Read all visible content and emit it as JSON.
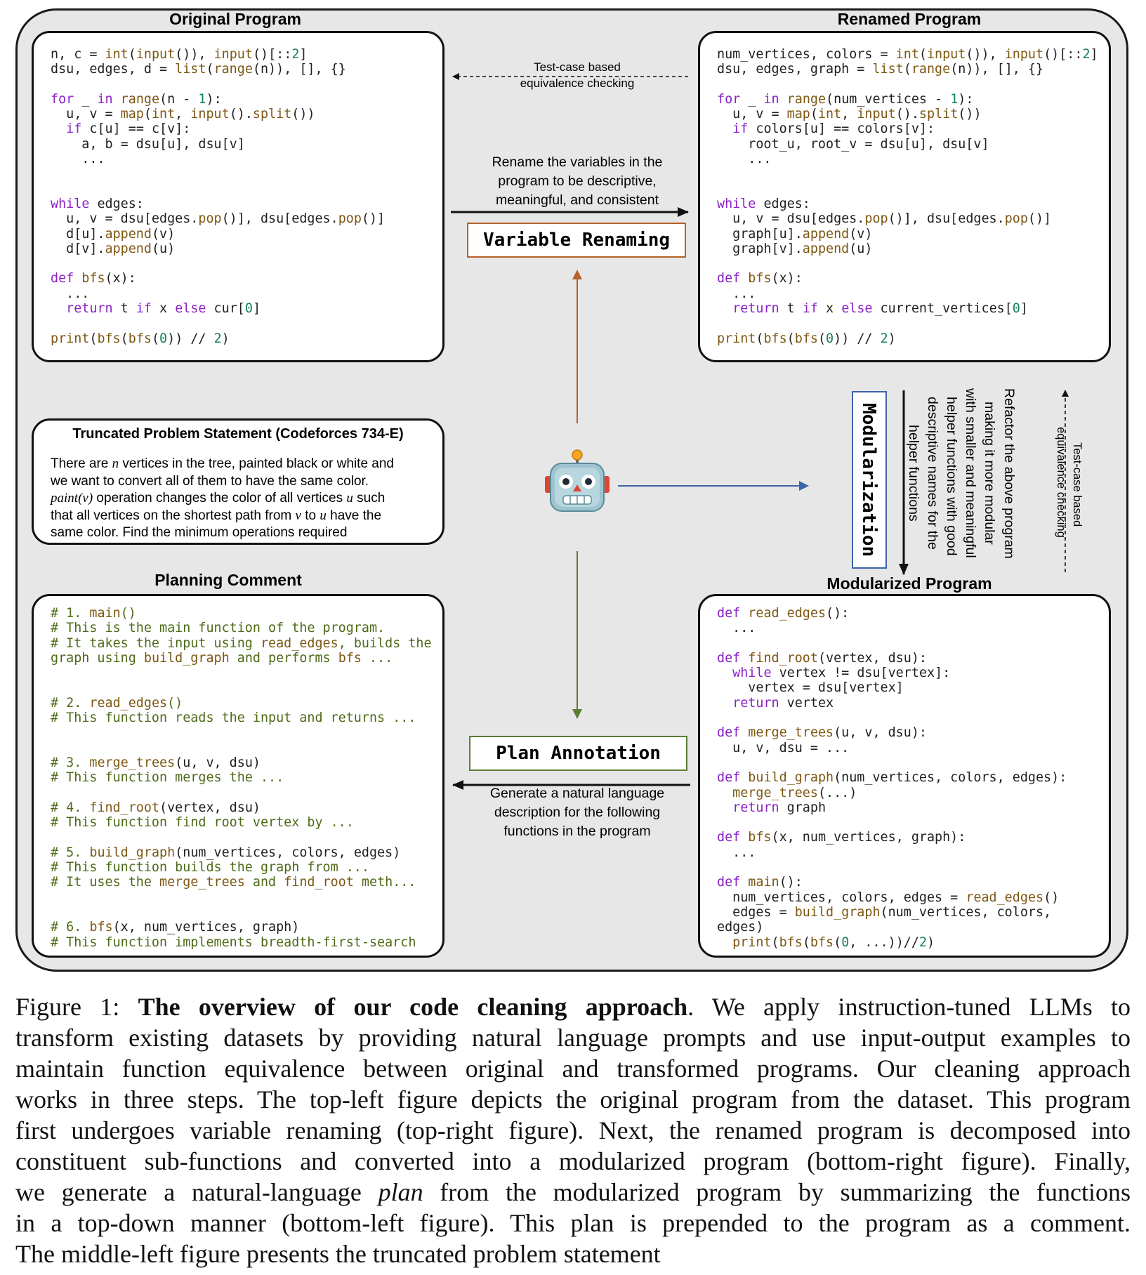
{
  "titles": {
    "original": "Original Program",
    "renamed": "Renamed Program",
    "planning": "Planning Comment",
    "modularized": "Modularized Program",
    "statement": "Truncated Problem Statement (Codeforces 734-E)"
  },
  "original_code": [
    [
      [
        "n, c = ",
        "op"
      ],
      [
        "int",
        "fn"
      ],
      [
        "(",
        "op"
      ],
      [
        "input",
        "fn"
      ],
      [
        "()), ",
        "op"
      ],
      [
        "input",
        "fn"
      ],
      [
        "()[::",
        "op"
      ],
      [
        "2",
        "num"
      ],
      [
        "]",
        "op"
      ]
    ],
    [
      [
        "dsu, edges, d = ",
        "op"
      ],
      [
        "list",
        "fn"
      ],
      [
        "(",
        "op"
      ],
      [
        "range",
        "fn"
      ],
      [
        "(n)), [], {}",
        "op"
      ]
    ],
    [],
    [
      [
        "for",
        "kw"
      ],
      [
        " _ ",
        "op"
      ],
      [
        "in",
        "kw"
      ],
      [
        " ",
        "op"
      ],
      [
        "range",
        "fn"
      ],
      [
        "(n - ",
        "op"
      ],
      [
        "1",
        "num"
      ],
      [
        "):",
        "op"
      ]
    ],
    [
      [
        "  u, v = ",
        "op"
      ],
      [
        "map",
        "fn"
      ],
      [
        "(",
        "op"
      ],
      [
        "int",
        "fn"
      ],
      [
        ", ",
        "op"
      ],
      [
        "input",
        "fn"
      ],
      [
        "().",
        "op"
      ],
      [
        "split",
        "fn"
      ],
      [
        "())",
        "op"
      ]
    ],
    [
      [
        "  ",
        "op"
      ],
      [
        "if",
        "kw"
      ],
      [
        " c[u] == c[v]:",
        "op"
      ]
    ],
    [
      [
        "    a, b = dsu[u], dsu[v]",
        "op"
      ]
    ],
    [
      [
        "    ...",
        "op"
      ]
    ],
    [],
    [],
    [
      [
        "while",
        "kw"
      ],
      [
        " edges:",
        "op"
      ]
    ],
    [
      [
        "  u, v = dsu[edges.",
        "op"
      ],
      [
        "pop",
        "fn"
      ],
      [
        "()], dsu[edges.",
        "op"
      ],
      [
        "pop",
        "fn"
      ],
      [
        "()]",
        "op"
      ]
    ],
    [
      [
        "  d[u].",
        "op"
      ],
      [
        "append",
        "fn"
      ],
      [
        "(v)",
        "op"
      ]
    ],
    [
      [
        "  d[v].",
        "op"
      ],
      [
        "append",
        "fn"
      ],
      [
        "(u)",
        "op"
      ]
    ],
    [],
    [
      [
        "def",
        "kw"
      ],
      [
        " ",
        "op"
      ],
      [
        "bfs",
        "fn"
      ],
      [
        "(x):",
        "op"
      ]
    ],
    [
      [
        "  ...",
        "op"
      ]
    ],
    [
      [
        "  ",
        "op"
      ],
      [
        "return",
        "kw"
      ],
      [
        " t ",
        "op"
      ],
      [
        "if",
        "kw"
      ],
      [
        " x ",
        "op"
      ],
      [
        "else",
        "kw"
      ],
      [
        " cur[",
        "op"
      ],
      [
        "0",
        "num"
      ],
      [
        "]",
        "op"
      ]
    ],
    [],
    [
      [
        "print",
        "fn"
      ],
      [
        "(",
        "op"
      ],
      [
        "bfs",
        "fn"
      ],
      [
        "(",
        "op"
      ],
      [
        "bfs",
        "fn"
      ],
      [
        "(",
        "op"
      ],
      [
        "0",
        "num"
      ],
      [
        ")) // ",
        "op"
      ],
      [
        "2",
        "num"
      ],
      [
        ")",
        "op"
      ]
    ]
  ],
  "renamed_code": [
    [
      [
        "num_vertices, colors = ",
        "op"
      ],
      [
        "int",
        "fn"
      ],
      [
        "(",
        "op"
      ],
      [
        "input",
        "fn"
      ],
      [
        "()), ",
        "op"
      ],
      [
        "input",
        "fn"
      ],
      [
        "()[::",
        "op"
      ],
      [
        "2",
        "num"
      ],
      [
        "]",
        "op"
      ]
    ],
    [
      [
        "dsu, edges, graph = ",
        "op"
      ],
      [
        "list",
        "fn"
      ],
      [
        "(",
        "op"
      ],
      [
        "range",
        "fn"
      ],
      [
        "(n)), [], {}",
        "op"
      ]
    ],
    [],
    [
      [
        "for",
        "kw"
      ],
      [
        " _ ",
        "op"
      ],
      [
        "in",
        "kw"
      ],
      [
        " ",
        "op"
      ],
      [
        "range",
        "fn"
      ],
      [
        "(num_vertices - ",
        "op"
      ],
      [
        "1",
        "num"
      ],
      [
        "):",
        "op"
      ]
    ],
    [
      [
        "  u, v = ",
        "op"
      ],
      [
        "map",
        "fn"
      ],
      [
        "(",
        "op"
      ],
      [
        "int",
        "fn"
      ],
      [
        ", ",
        "op"
      ],
      [
        "input",
        "fn"
      ],
      [
        "().",
        "op"
      ],
      [
        "split",
        "fn"
      ],
      [
        "())",
        "op"
      ]
    ],
    [
      [
        "  ",
        "op"
      ],
      [
        "if",
        "kw"
      ],
      [
        " colors[u] == colors[v]:",
        "op"
      ]
    ],
    [
      [
        "    root_u, root_v = dsu[u], dsu[v]",
        "op"
      ]
    ],
    [
      [
        "    ...",
        "op"
      ]
    ],
    [],
    [],
    [
      [
        "while",
        "kw"
      ],
      [
        " edges:",
        "op"
      ]
    ],
    [
      [
        "  u, v = dsu[edges.",
        "op"
      ],
      [
        "pop",
        "fn"
      ],
      [
        "()], dsu[edges.",
        "op"
      ],
      [
        "pop",
        "fn"
      ],
      [
        "()]",
        "op"
      ]
    ],
    [
      [
        "  graph[u].",
        "op"
      ],
      [
        "append",
        "fn"
      ],
      [
        "(v)",
        "op"
      ]
    ],
    [
      [
        "  graph[v].",
        "op"
      ],
      [
        "append",
        "fn"
      ],
      [
        "(u)",
        "op"
      ]
    ],
    [],
    [
      [
        "def",
        "kw"
      ],
      [
        " ",
        "op"
      ],
      [
        "bfs",
        "fn"
      ],
      [
        "(x):",
        "op"
      ]
    ],
    [
      [
        "  ...",
        "op"
      ]
    ],
    [
      [
        "  ",
        "op"
      ],
      [
        "return",
        "kw"
      ],
      [
        " t ",
        "op"
      ],
      [
        "if",
        "kw"
      ],
      [
        " x ",
        "op"
      ],
      [
        "else",
        "kw"
      ],
      [
        " current_vertices[",
        "op"
      ],
      [
        "0",
        "num"
      ],
      [
        "]",
        "op"
      ]
    ],
    [],
    [
      [
        "print",
        "fn"
      ],
      [
        "(",
        "op"
      ],
      [
        "bfs",
        "fn"
      ],
      [
        "(",
        "op"
      ],
      [
        "bfs",
        "fn"
      ],
      [
        "(",
        "op"
      ],
      [
        "0",
        "num"
      ],
      [
        ")) // ",
        "op"
      ],
      [
        "2",
        "num"
      ],
      [
        ")",
        "op"
      ]
    ]
  ],
  "planning_code": [
    [
      [
        "# 1. ",
        "com"
      ],
      [
        "main",
        "fn"
      ],
      [
        "()",
        "com"
      ]
    ],
    [
      [
        "# This is the main function of the program.",
        "com"
      ]
    ],
    [
      [
        "# It takes the input using ",
        "com"
      ],
      [
        "read_edges",
        "fn"
      ],
      [
        ", builds the",
        "com"
      ]
    ],
    [
      [
        "graph using ",
        "com"
      ],
      [
        "build_graph",
        "fn"
      ],
      [
        " and performs ",
        "com"
      ],
      [
        "bfs",
        "fn"
      ],
      [
        " ...",
        "com"
      ]
    ],
    [],
    [],
    [
      [
        "# 2. ",
        "com"
      ],
      [
        "read_edges",
        "fn"
      ],
      [
        "()",
        "com"
      ]
    ],
    [
      [
        "# This function reads the input and returns ...",
        "com"
      ]
    ],
    [],
    [],
    [
      [
        "# 3. ",
        "com"
      ],
      [
        "merge_trees",
        "fn"
      ],
      [
        "(u, v, dsu)",
        "op"
      ]
    ],
    [
      [
        "# This function merges the ...",
        "com"
      ]
    ],
    [],
    [
      [
        "# 4. ",
        "com"
      ],
      [
        "find_root",
        "fn"
      ],
      [
        "(vertex, dsu)",
        "op"
      ]
    ],
    [
      [
        "# This function find root vertex by ...",
        "com"
      ]
    ],
    [],
    [
      [
        "# 5. ",
        "com"
      ],
      [
        "build_graph",
        "fn"
      ],
      [
        "(num_vertices, colors, edges)",
        "op"
      ]
    ],
    [
      [
        "# This function builds the graph from ...",
        "com"
      ]
    ],
    [
      [
        "# It uses the ",
        "com"
      ],
      [
        "merge_trees",
        "fn"
      ],
      [
        " and ",
        "com"
      ],
      [
        "find_root",
        "fn"
      ],
      [
        " meth...",
        "com"
      ]
    ],
    [],
    [],
    [
      [
        "# 6. ",
        "com"
      ],
      [
        "bfs",
        "fn"
      ],
      [
        "(x, num_vertices, graph)",
        "op"
      ]
    ],
    [
      [
        "# This function implements breadth-first-search",
        "com"
      ]
    ]
  ],
  "modular_code": [
    [
      [
        "def",
        "kw"
      ],
      [
        " ",
        "op"
      ],
      [
        "read_edges",
        "fn"
      ],
      [
        "():",
        "op"
      ]
    ],
    [
      [
        "  ...",
        "op"
      ]
    ],
    [],
    [
      [
        "def",
        "kw"
      ],
      [
        " ",
        "op"
      ],
      [
        "find_root",
        "fn"
      ],
      [
        "(vertex, dsu):",
        "op"
      ]
    ],
    [
      [
        "  ",
        "op"
      ],
      [
        "while",
        "kw"
      ],
      [
        " vertex != dsu[vertex]:",
        "op"
      ]
    ],
    [
      [
        "    vertex = dsu[vertex]",
        "op"
      ]
    ],
    [
      [
        "  ",
        "op"
      ],
      [
        "return",
        "kw"
      ],
      [
        " vertex",
        "op"
      ]
    ],
    [],
    [
      [
        "def",
        "kw"
      ],
      [
        " ",
        "op"
      ],
      [
        "merge_trees",
        "fn"
      ],
      [
        "(u, v, dsu):",
        "op"
      ]
    ],
    [
      [
        "  u, v, dsu = ...",
        "op"
      ]
    ],
    [],
    [
      [
        "def",
        "kw"
      ],
      [
        " ",
        "op"
      ],
      [
        "build_graph",
        "fn"
      ],
      [
        "(num_vertices, colors, edges):",
        "op"
      ]
    ],
    [
      [
        "  ",
        "op"
      ],
      [
        "merge_trees",
        "fn"
      ],
      [
        "(...)",
        "op"
      ]
    ],
    [
      [
        "  ",
        "op"
      ],
      [
        "return",
        "kw"
      ],
      [
        " graph",
        "op"
      ]
    ],
    [],
    [
      [
        "def",
        "kw"
      ],
      [
        " ",
        "op"
      ],
      [
        "bfs",
        "fn"
      ],
      [
        "(x, num_vertices, graph):",
        "op"
      ]
    ],
    [
      [
        "  ...",
        "op"
      ]
    ],
    [],
    [
      [
        "def",
        "kw"
      ],
      [
        " ",
        "op"
      ],
      [
        "main",
        "fn"
      ],
      [
        "():",
        "op"
      ]
    ],
    [
      [
        "  num_vertices, colors, edges = ",
        "op"
      ],
      [
        "read_edges",
        "fn"
      ],
      [
        "()",
        "op"
      ]
    ],
    [
      [
        "  edges = ",
        "op"
      ],
      [
        "build_graph",
        "fn"
      ],
      [
        "(num_vertices, colors,",
        "op"
      ]
    ],
    [
      [
        "edges)",
        "op"
      ]
    ],
    [
      [
        "  ",
        "op"
      ],
      [
        "print",
        "fn"
      ],
      [
        "(",
        "op"
      ],
      [
        "bfs",
        "fn"
      ],
      [
        "(",
        "op"
      ],
      [
        "bfs",
        "fn"
      ],
      [
        "(",
        "op"
      ],
      [
        "0",
        "num"
      ],
      [
        ", ...))//",
        "op"
      ],
      [
        "2",
        "num"
      ],
      [
        ")",
        "op"
      ]
    ]
  ],
  "statement": {
    "lines": [
      [
        [
          "There are ",
          "t"
        ],
        [
          "n",
          "i"
        ],
        [
          " vertices in the tree, painted black or white and",
          "t"
        ]
      ],
      [
        [
          "we want to convert all of them to have the same color.",
          "t"
        ]
      ],
      [
        [
          "paint",
          "i"
        ],
        [
          "(",
          "i"
        ],
        [
          "v",
          "i"
        ],
        [
          ")",
          "i"
        ],
        [
          " operation changes the color of all vertices ",
          "t"
        ],
        [
          "u",
          "i"
        ],
        [
          " such",
          "t"
        ]
      ],
      [
        [
          "that all vertices on the shortest path from ",
          "t"
        ],
        [
          "v",
          "i"
        ],
        [
          " to ",
          "t"
        ],
        [
          "u",
          "i"
        ],
        [
          " have the",
          "t"
        ]
      ],
      [
        [
          "same color. Find the minimum operations required",
          "t"
        ]
      ]
    ]
  },
  "labels": {
    "equiv_top": [
      "Test-case based",
      "equivalence checking"
    ],
    "rename_prompt": [
      "Rename the variables in the",
      "program to be descriptive,",
      "meaningful, and consistent"
    ],
    "variable_renaming": "Variable Renaming",
    "modularization": "Modularization",
    "modular_prompt": [
      "Refactor the above program",
      "making it more modular",
      "with smaller and meaningful",
      "helper functions with good",
      "descriptive names for the",
      "helper functions"
    ],
    "equiv_right": [
      "Test-case based",
      "equivalence checking"
    ],
    "plan_annotation": "Plan Annotation",
    "plan_prompt": [
      "Generate a natural language",
      "description for the following",
      "functions in the program"
    ]
  },
  "colors": {
    "renaming": "#b5622a",
    "modularization": "#3d63a8",
    "plan": "#5b7d35",
    "background": "#e7e7e7"
  },
  "icons": {
    "agent": "robot-icon"
  },
  "caption": {
    "lines": [
      [
        [
          "Figure 1:  ",
          "n"
        ],
        [
          "The overview of our code cleaning approach",
          "b"
        ],
        [
          ".  We apply instruction-tuned LLMs to",
          "n"
        ]
      ],
      [
        [
          "transform existing datasets by providing natural language prompts and use input-output examples to",
          "n"
        ]
      ],
      [
        [
          "maintain function equivalence between original and transformed programs.  Our cleaning approach",
          "n"
        ]
      ],
      [
        [
          "works in three steps. The top-left figure depicts the original program from the dataset. This program",
          "n"
        ]
      ],
      [
        [
          "first undergoes variable renaming (top-right figure). Next, the renamed program is decomposed into",
          "n"
        ]
      ],
      [
        [
          "constituent sub-functions and converted into a modularized program (bottom-right figure). Finally,",
          "n"
        ]
      ],
      [
        [
          "we generate a natural-language ",
          "n"
        ],
        [
          "plan",
          "i"
        ],
        [
          " from the modularized program by summarizing the functions",
          "n"
        ]
      ],
      [
        [
          "in a top-down manner (bottom-left figure).  This plan is prepended to the program as a comment.",
          "n"
        ]
      ],
      [
        [
          "The middle-left figure presents the truncated problem statement",
          "n"
        ]
      ]
    ]
  }
}
